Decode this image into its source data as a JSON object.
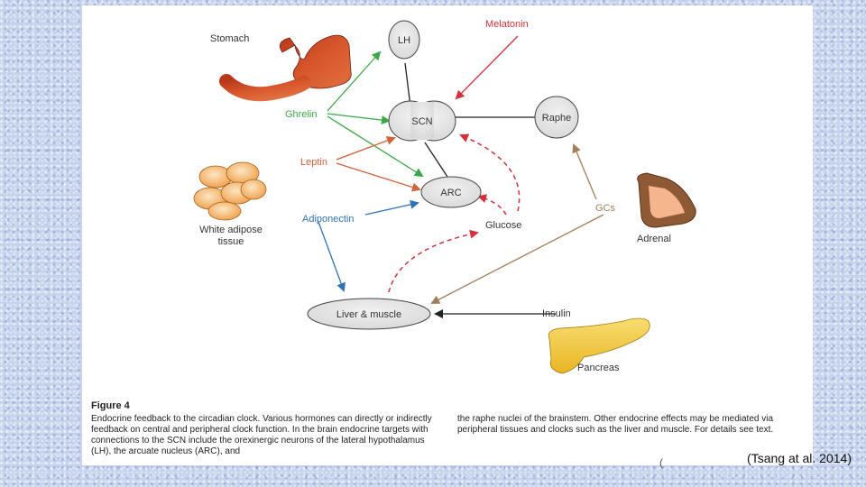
{
  "figure": {
    "nodes": {
      "lh": "LH",
      "scn": "SCN",
      "arc": "ARC",
      "raphe": "Raphe",
      "liver": "Liver & muscle"
    },
    "organs": {
      "stomach": "Stomach",
      "adipose_line1": "White adipose",
      "adipose_line2": "tissue",
      "adrenal": "Adrenal",
      "pancreas": "Pancreas"
    },
    "signals": {
      "melatonin": "Melatonin",
      "ghrelin": "Ghrelin",
      "leptin": "Leptin",
      "adiponectin": "Adiponectin",
      "glucose": "Glucose",
      "gcs": "GCs",
      "insulin": "Insulin"
    },
    "colors": {
      "green": "#3aa845",
      "red": "#d6303a",
      "orange": "#d4623a",
      "blue": "#2f72b8",
      "brown": "#a57d5a",
      "black": "#222222"
    }
  },
  "caption": {
    "title": "Figure 4",
    "left_text": "Endocrine feedback to the circadian clock. Various hormones can directly or indirectly feedback on central and peripheral clock function. In the brain endocrine targets with connections to the SCN include the orexinergic neurons of the lateral hypothalamus (LH), the arcuate nucleus (ARC), and",
    "right_text": "the raphe nuclei of the brainstem. Other endocrine effects may be mediated via peripheral tissues and clocks such as the liver and muscle. For details see text."
  },
  "stray_mark": "(",
  "citation": "(Tsang at al. 2014)"
}
